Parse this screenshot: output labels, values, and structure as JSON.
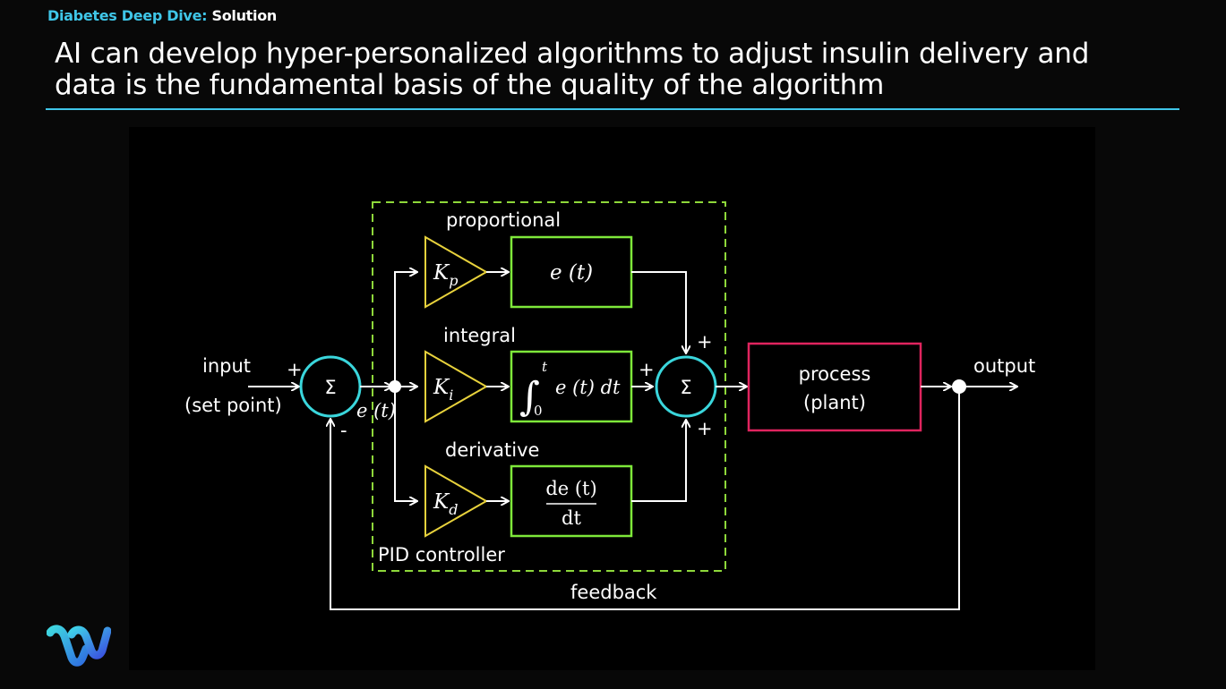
{
  "header": {
    "section": "Diabetes Deep Dive:",
    "subsection": " Solution"
  },
  "title": {
    "line1": "AI can develop hyper-personalized algorithms to adjust insulin delivery and",
    "line2": "data is the fundamental basis of the quality of the algorithm"
  },
  "diagram": {
    "input_label": "input",
    "setpoint_label": "(set point)",
    "sum_symbol": "Σ",
    "plus": "+",
    "minus": "-",
    "error_label": "e (t)",
    "proportional_label": "proportional",
    "integral_label": "integral",
    "derivative_label": "derivative",
    "kp": "K",
    "kp_sub": "p",
    "ki": "K",
    "ki_sub": "i",
    "kd": "K",
    "kd_sub": "d",
    "p_block": "e (t)",
    "i_block_upper": "t",
    "i_block_lower": "0",
    "i_block_expr": "e (t) dt",
    "d_block_num": "de (t)",
    "d_block_den": "dt",
    "controller_label": "PID controller",
    "process_line1": "process",
    "process_line2": "(plant)",
    "output_label": "output",
    "feedback_label": "feedback",
    "colors": {
      "sum": "#3ad6dc",
      "gain": "#e8d23c",
      "block": "#7ee83a",
      "dashed": "#8ed83a",
      "process": "#e0245e",
      "accent": "#3fc6e8"
    }
  }
}
